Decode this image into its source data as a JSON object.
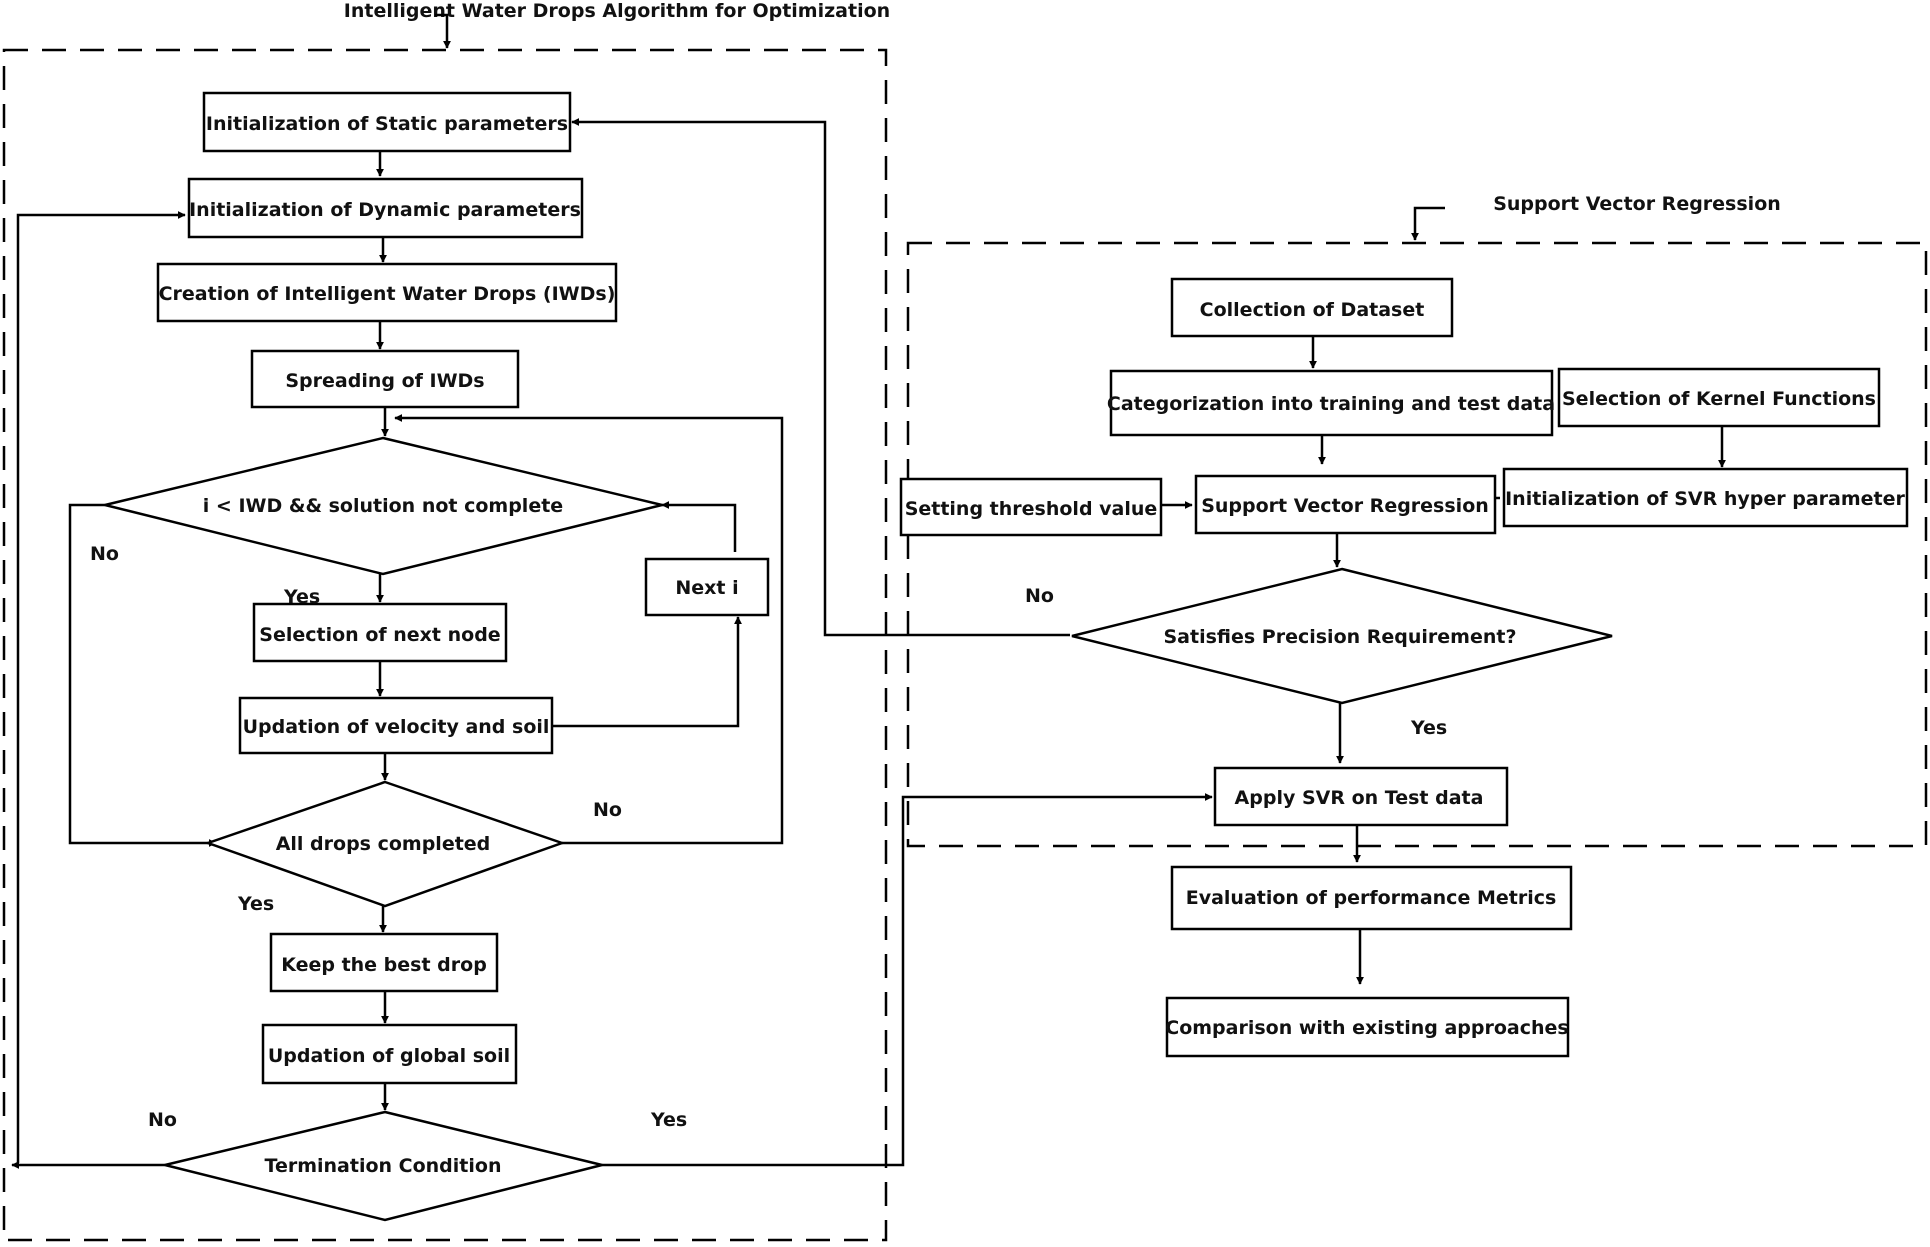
{
  "titles": {
    "iwd": "Intelligent Water Drops Algorithm for Optimization",
    "svr": "Support Vector Regression"
  },
  "iwd_nodes": {
    "static_params": "Initialization of Static parameters",
    "dynamic_params": "Initialization of Dynamic parameters",
    "creation": "Creation of Intelligent Water Drops (IWDs)",
    "spreading": "Spreading of IWDs",
    "loop_condition": "i < IWD && solution not complete",
    "next_i": "Next i",
    "select_next": "Selection of next node",
    "update_velocity": "Updation of velocity and soil",
    "all_drops": "All drops completed",
    "keep_best": "Keep the best drop",
    "global_soil": "Updation of global soil",
    "termination": "Termination Condition"
  },
  "svr_nodes": {
    "dataset": "Collection of Dataset",
    "categorize": "Categorization into training and test data",
    "kernel": "Selection of Kernel Functions",
    "threshold": "Setting threshold value",
    "svr": "Support Vector Regression",
    "hyper": "Initialization of SVR hyper parameter",
    "precision": "Satisfies Precision Requirement?",
    "apply": "Apply SVR on Test data",
    "evaluation": "Evaluation of performance Metrics",
    "comparison": "Comparison with existing approaches"
  },
  "edge_labels": {
    "no": "No",
    "yes": "Yes"
  }
}
